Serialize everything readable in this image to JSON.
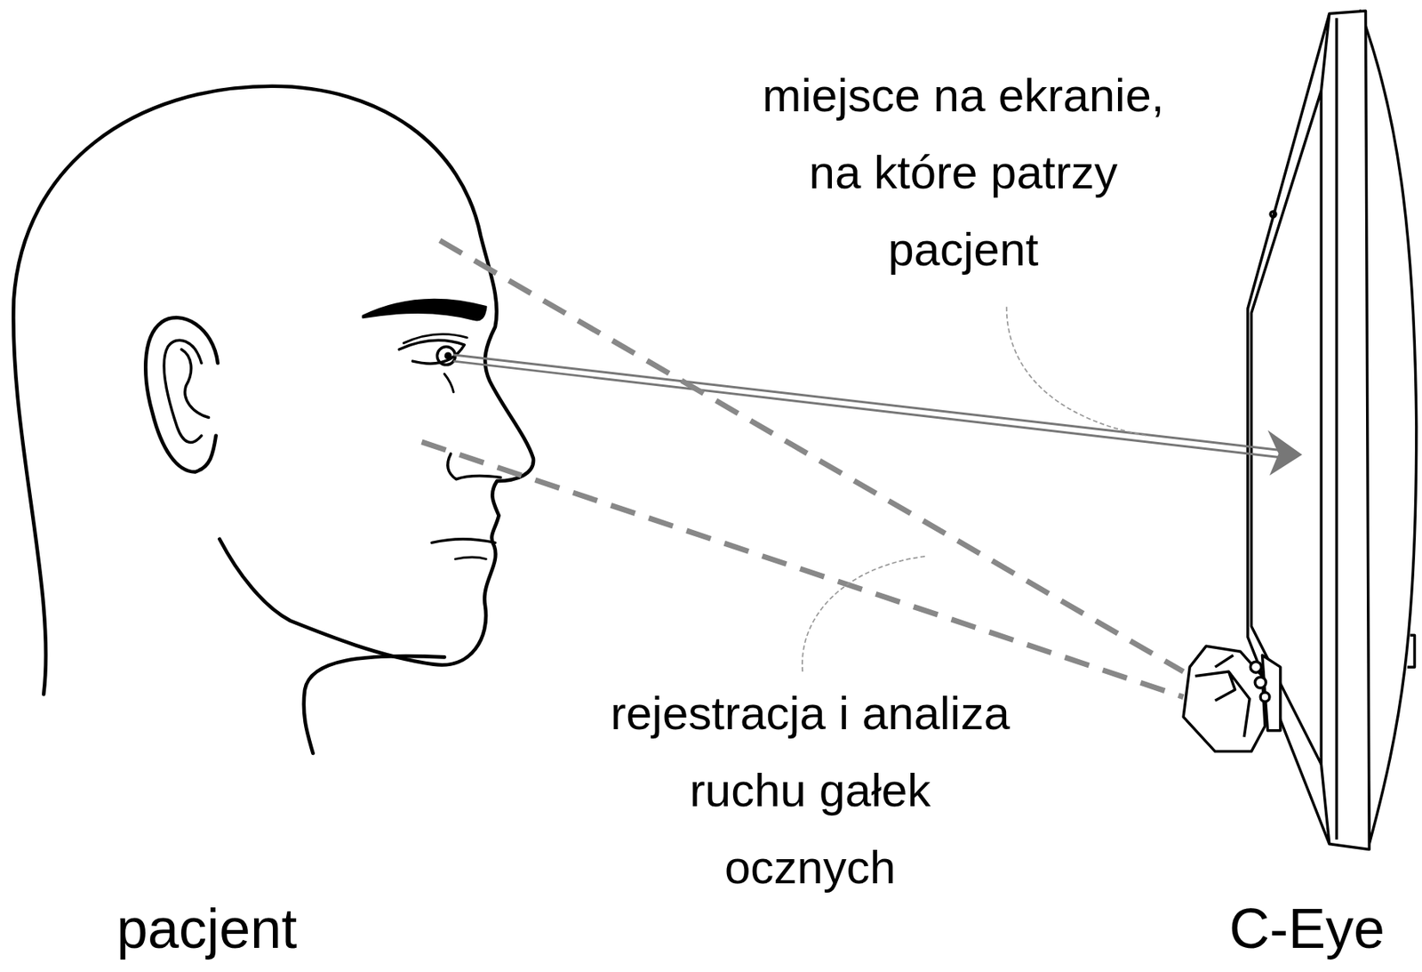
{
  "diagram": {
    "labels": [
      "miejsce na ekranie, na które patrzy pacjent",
      "rejestracja i analiza ruchu gałek ocznych",
      "pacjent",
      "C-Eye"
    ]
  }
}
